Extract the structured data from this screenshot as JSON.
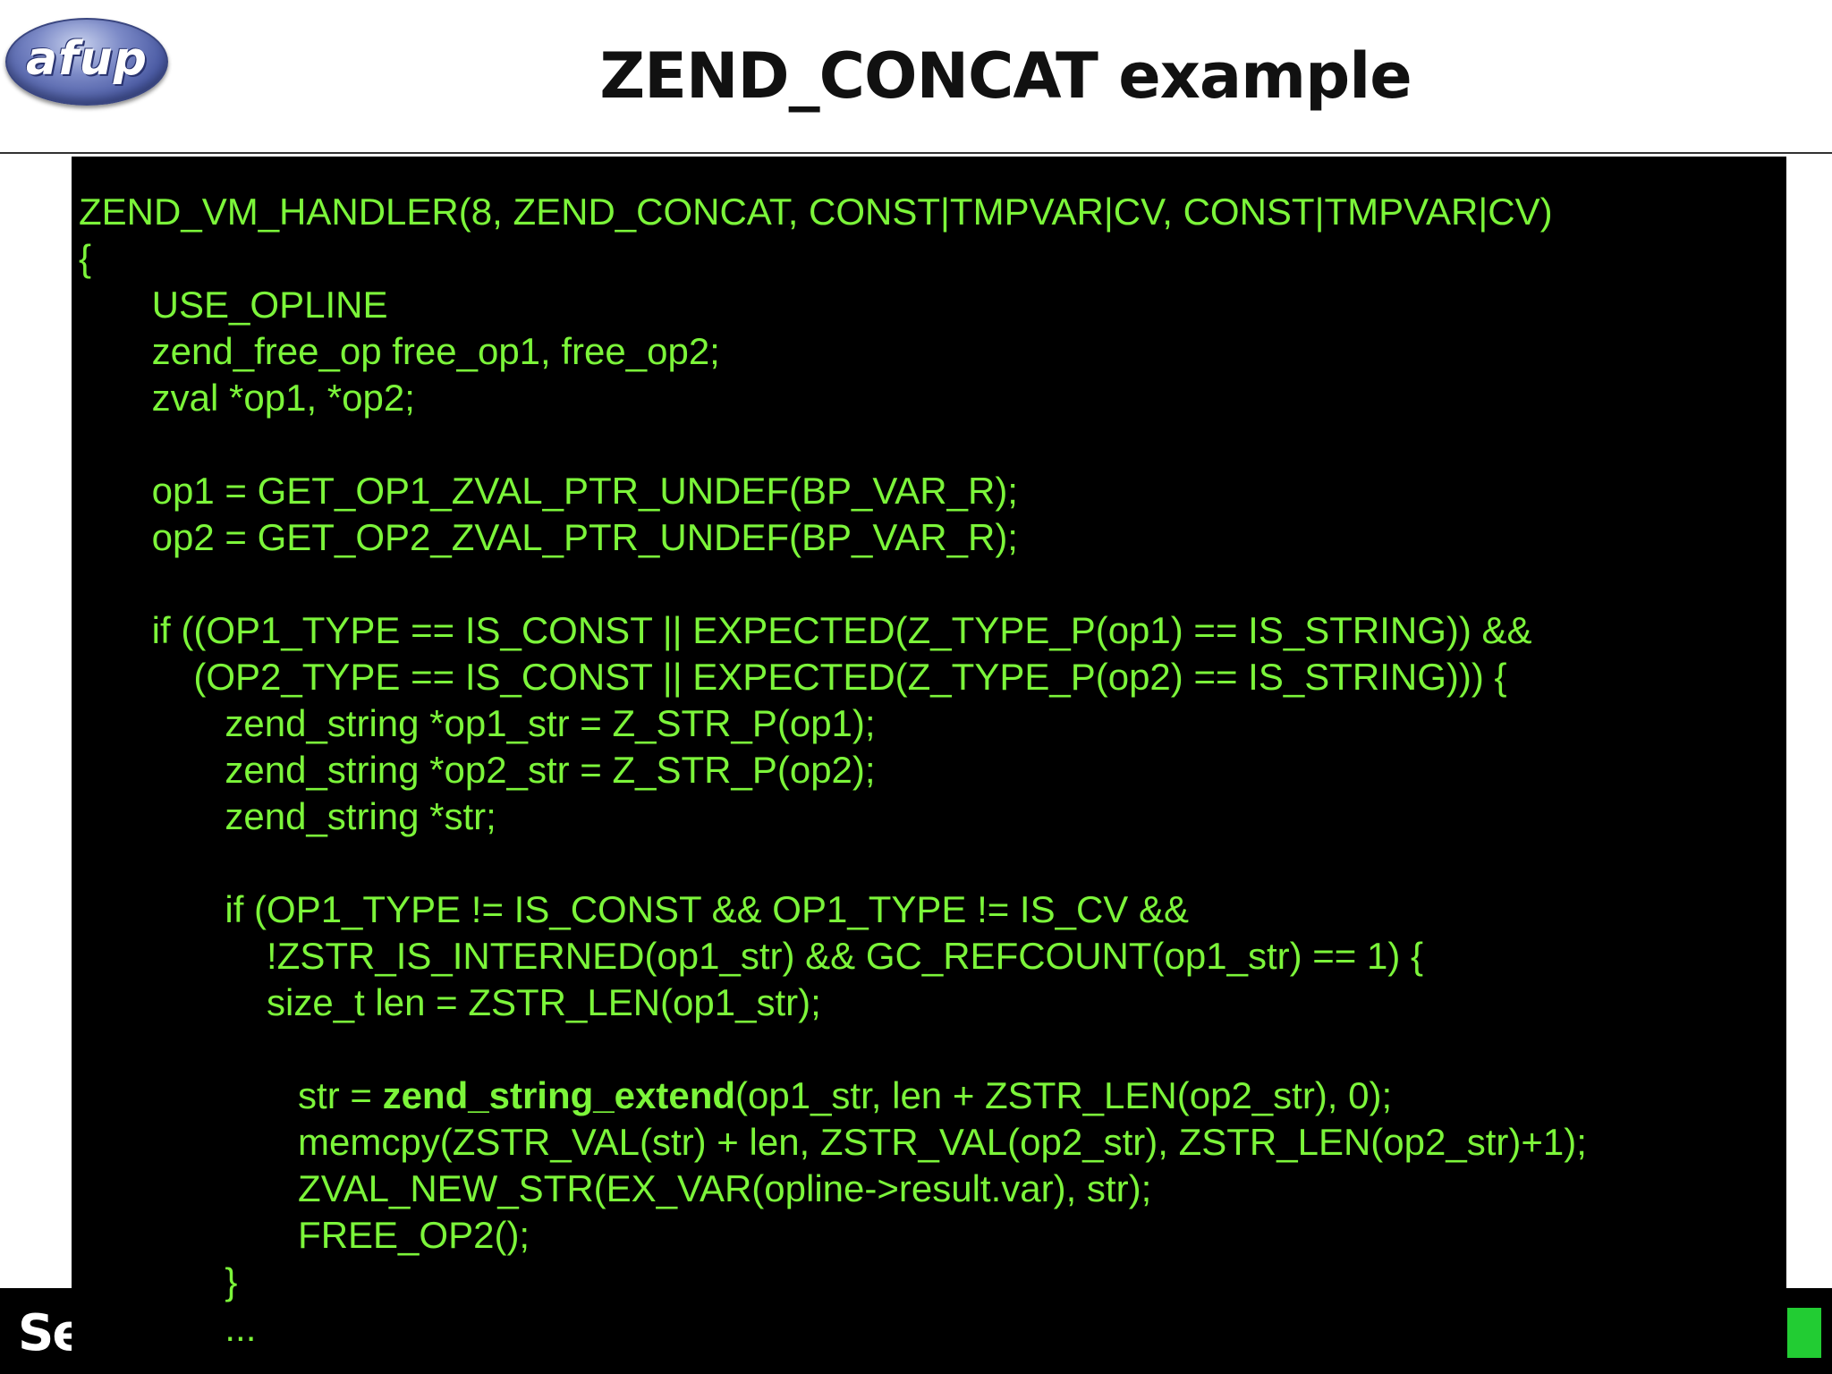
{
  "header": {
    "logo_text": "afup",
    "title": "ZEND_CONCAT example"
  },
  "footer": {
    "text": "Se"
  },
  "colors": {
    "code_text": "#7cf53a",
    "code_background": "#000000",
    "footer_marker": "#22cc33"
  },
  "code": {
    "lines": [
      {
        "pre": "ZEND_VM_HANDLER(8, ZEND_CONCAT, CONST|TMPVAR|CV, CONST|TMPVAR|CV)",
        "bold": "",
        "post": ""
      },
      {
        "pre": "{",
        "bold": "",
        "post": ""
      },
      {
        "pre": "       USE_OPLINE",
        "bold": "",
        "post": ""
      },
      {
        "pre": "       zend_free_op free_op1, free_op2;",
        "bold": "",
        "post": ""
      },
      {
        "pre": "       zval *op1, *op2;",
        "bold": "",
        "post": ""
      },
      {
        "pre": "",
        "bold": "",
        "post": ""
      },
      {
        "pre": "       op1 = GET_OP1_ZVAL_PTR_UNDEF(BP_VAR_R);",
        "bold": "",
        "post": ""
      },
      {
        "pre": "       op2 = GET_OP2_ZVAL_PTR_UNDEF(BP_VAR_R);",
        "bold": "",
        "post": ""
      },
      {
        "pre": "",
        "bold": "",
        "post": ""
      },
      {
        "pre": "       if ((OP1_TYPE == IS_CONST || EXPECTED(Z_TYPE_P(op1) == IS_STRING)) &&",
        "bold": "",
        "post": ""
      },
      {
        "pre": "           (OP2_TYPE == IS_CONST || EXPECTED(Z_TYPE_P(op2) == IS_STRING))) {",
        "bold": "",
        "post": ""
      },
      {
        "pre": "              zend_string *op1_str = Z_STR_P(op1);",
        "bold": "",
        "post": ""
      },
      {
        "pre": "              zend_string *op2_str = Z_STR_P(op2);",
        "bold": "",
        "post": ""
      },
      {
        "pre": "              zend_string *str;",
        "bold": "",
        "post": ""
      },
      {
        "pre": "",
        "bold": "",
        "post": ""
      },
      {
        "pre": "              if (OP1_TYPE != IS_CONST && OP1_TYPE != IS_CV &&",
        "bold": "",
        "post": ""
      },
      {
        "pre": "                  !ZSTR_IS_INTERNED(op1_str) && GC_REFCOUNT(op1_str) == 1) {",
        "bold": "",
        "post": ""
      },
      {
        "pre": "                  size_t len = ZSTR_LEN(op1_str);",
        "bold": "",
        "post": ""
      },
      {
        "pre": "",
        "bold": "",
        "post": ""
      },
      {
        "pre": "                     str = ",
        "bold": "zend_string_extend",
        "post": "(op1_str, len + ZSTR_LEN(op2_str), 0);"
      },
      {
        "pre": "                     memcpy(ZSTR_VAL(str) + len, ZSTR_VAL(op2_str), ZSTR_LEN(op2_str)+1);",
        "bold": "",
        "post": ""
      },
      {
        "pre": "                     ZVAL_NEW_STR(EX_VAR(opline->result.var), str);",
        "bold": "",
        "post": ""
      },
      {
        "pre": "                     FREE_OP2();",
        "bold": "",
        "post": ""
      },
      {
        "pre": "              }",
        "bold": "",
        "post": ""
      },
      {
        "pre": "              ...",
        "bold": "",
        "post": ""
      }
    ]
  }
}
